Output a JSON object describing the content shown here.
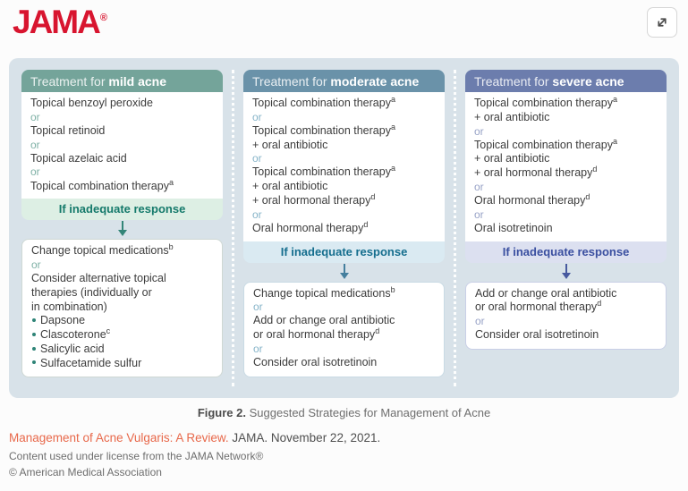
{
  "page": {
    "logo_text": "JAMA",
    "logo_reg": "®",
    "logo_color": "#d8152f"
  },
  "figure": {
    "panel_bg": "#d8e2e9",
    "caption_bold": "Figure 2.",
    "caption_rest": " Suggested Strategies for Management of Acne",
    "columns": [
      {
        "id": "mild",
        "header_prefix": "Treatment for ",
        "header_bold": "mild acne",
        "header_bg": "#74a49a",
        "or_color": "#7fb1a6",
        "bullet_color": "#2e8376",
        "arrow_color": "#338578",
        "footer_bg": "#ddefe4",
        "footer_text_color": "#157a6b",
        "footer_label": "If inadequate response",
        "box2_border": "#cfd8d4",
        "top_items": [
          {
            "type": "drug",
            "text": "Topical benzoyl peroxide"
          },
          {
            "type": "or",
            "text": "or"
          },
          {
            "type": "drug",
            "text": "Topical retinoid"
          },
          {
            "type": "or",
            "text": "or"
          },
          {
            "type": "drug",
            "text": "Topical azelaic acid"
          },
          {
            "type": "or",
            "text": "or"
          },
          {
            "type": "drug",
            "text": "Topical combination therapy^a"
          }
        ],
        "bottom_items": [
          {
            "type": "drug",
            "text": "Change topical medications^b"
          },
          {
            "type": "or",
            "text": "or"
          },
          {
            "type": "drug",
            "text": "Consider alternative topical\ntherapies (individually or\nin combination)"
          },
          {
            "type": "bullet",
            "text": "Dapsone"
          },
          {
            "type": "bullet",
            "text": "Clascoterone^c"
          },
          {
            "type": "bullet",
            "text": "Salicylic acid"
          },
          {
            "type": "bullet",
            "text": "Sulfacetamide sulfur"
          }
        ]
      },
      {
        "id": "moderate",
        "header_prefix": "Treatment for ",
        "header_bold": "moderate acne",
        "header_bg": "#6a92a9",
        "or_color": "#86b4c9",
        "bullet_color": "#447f9e",
        "arrow_color": "#447f9e",
        "footer_bg": "#daeaf2",
        "footer_text_color": "#156e8e",
        "footer_label": "If inadequate response",
        "box2_border": "#c9dae4",
        "top_items": [
          {
            "type": "drug",
            "text": "Topical combination therapy^a"
          },
          {
            "type": "or",
            "text": "or"
          },
          {
            "type": "drug",
            "text": "Topical combination therapy^a\n+ oral antibiotic"
          },
          {
            "type": "or",
            "text": "or"
          },
          {
            "type": "drug",
            "text": "Topical combination therapy^a\n+ oral antibiotic\n+ oral hormonal therapy^d"
          },
          {
            "type": "or",
            "text": "or"
          },
          {
            "type": "drug",
            "text": "Oral hormonal therapy^d"
          }
        ],
        "bottom_items": [
          {
            "type": "drug",
            "text": "Change topical medications^b"
          },
          {
            "type": "or",
            "text": "or"
          },
          {
            "type": "drug",
            "text": "Add or change oral antibiotic\nor oral hormonal therapy^d"
          },
          {
            "type": "or",
            "text": "or"
          },
          {
            "type": "drug",
            "text": "Consider oral isotretinoin"
          }
        ]
      },
      {
        "id": "severe",
        "header_prefix": "Treatment for ",
        "header_bold": "severe acne",
        "header_bg": "#6c7dad",
        "or_color": "#98a3c7",
        "bullet_color": "#47599f",
        "arrow_color": "#47599f",
        "footer_bg": "#dce0f0",
        "footer_text_color": "#3a4fa0",
        "footer_label": "If inadequate response",
        "box2_border": "#c9cfe6",
        "top_items": [
          {
            "type": "drug",
            "text": "Topical combination therapy^a\n+ oral antibiotic"
          },
          {
            "type": "or",
            "text": "or"
          },
          {
            "type": "drug",
            "text": "Topical combination therapy^a\n+ oral antibiotic\n+ oral hormonal therapy^d"
          },
          {
            "type": "or",
            "text": "or"
          },
          {
            "type": "drug",
            "text": "Oral hormonal therapy^d"
          },
          {
            "type": "or",
            "text": "or"
          },
          {
            "type": "drug",
            "text": "Oral isotretinoin"
          }
        ],
        "bottom_items": [
          {
            "type": "drug",
            "text": "Add or change oral antibiotic\nor oral hormonal therapy^d"
          },
          {
            "type": "or",
            "text": "or"
          },
          {
            "type": "drug",
            "text": "Consider oral isotretinoin"
          }
        ]
      }
    ]
  },
  "footer": {
    "link_text": "Management of Acne Vulgaris: A Review.",
    "link_color": "#e8684a",
    "citation_rest": " JAMA. November 22, 2021.",
    "license_line": "Content used under license from the JAMA Network®",
    "copyright_line": "© American Medical Association"
  }
}
